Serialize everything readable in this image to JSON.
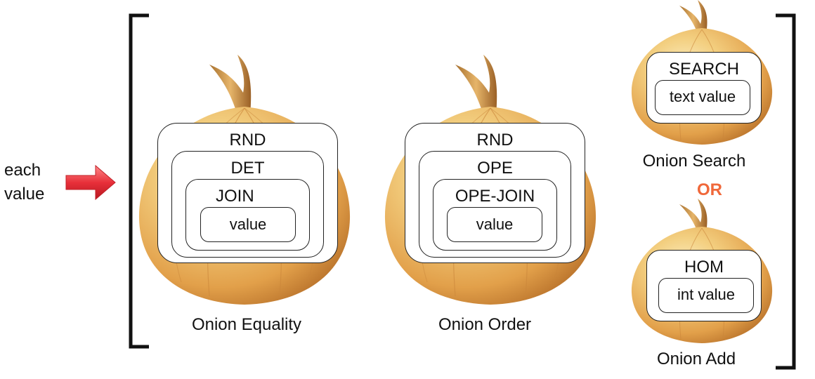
{
  "input_label": {
    "line1": "each",
    "line2": "value"
  },
  "onions": {
    "equality": {
      "caption": "Onion Equality",
      "layers": [
        "RND",
        "DET",
        "JOIN",
        "value"
      ]
    },
    "order": {
      "caption": "Onion Order",
      "layers": [
        "RND",
        "OPE",
        "OPE-JOIN",
        "value"
      ]
    },
    "search": {
      "caption": "Onion Search",
      "layers": [
        "SEARCH",
        "text value"
      ]
    },
    "add": {
      "caption": "Onion Add",
      "layers": [
        "HOM",
        "int value"
      ]
    }
  },
  "separator": "OR",
  "colors": {
    "arrow": "#e8303a",
    "or_text": "#f0683a",
    "onion_light": "#f7dfa0",
    "onion_mid": "#e8a84a",
    "onion_dark": "#b8712a"
  }
}
